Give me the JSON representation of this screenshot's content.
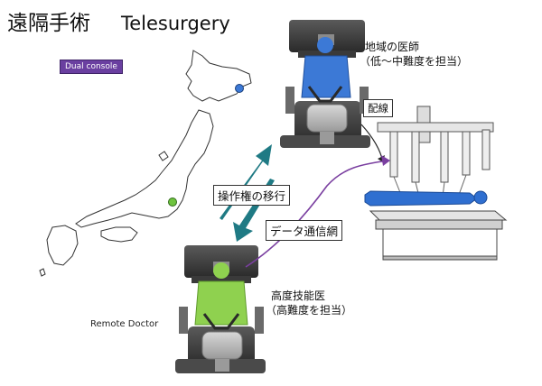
{
  "title": {
    "jp": "遠隔手術",
    "en": "Telesurgery"
  },
  "badge": "Dual console",
  "local_doctor": {
    "line1": "地域の医師",
    "line2": "（低～中難度を担当）"
  },
  "wiring": "配線",
  "transfer_label": "操作権の移行",
  "network_label": "データ通信網",
  "remote_doctor_jp": {
    "line1": "高度技能医",
    "line2": "（高難度を担当）"
  },
  "remote_doctor_en": "Remote Doctor",
  "colors": {
    "local_surgeon": "#3c79d6",
    "remote_surgeon": "#8fd14f",
    "transfer_arrows": "#1f7a84",
    "network_line": "#7a3fa0",
    "patient": "#2f6fd0",
    "marker_north": "#3c79d6",
    "marker_south": "#6fc43f"
  }
}
